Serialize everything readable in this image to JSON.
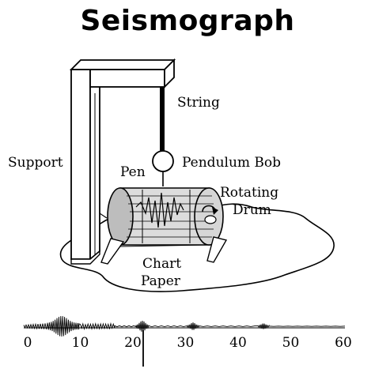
{
  "title": "Seismograph",
  "labels": {
    "string": "String",
    "support": "Support",
    "pendulum_bob": "Pendulum Bob",
    "pen": "Pen",
    "rotating_drum_line1": "Rotating",
    "rotating_drum_line2": "Drum",
    "chart_paper_line1": "Chart",
    "chart_paper_line2": "Paper"
  },
  "seismogram": {
    "ticks": [
      "0",
      "10",
      "20",
      "30",
      "40",
      "50",
      "60"
    ]
  },
  "colors": {
    "ink": "#000000",
    "paper": "#ffffff",
    "drum_grey": "#cccccc"
  }
}
